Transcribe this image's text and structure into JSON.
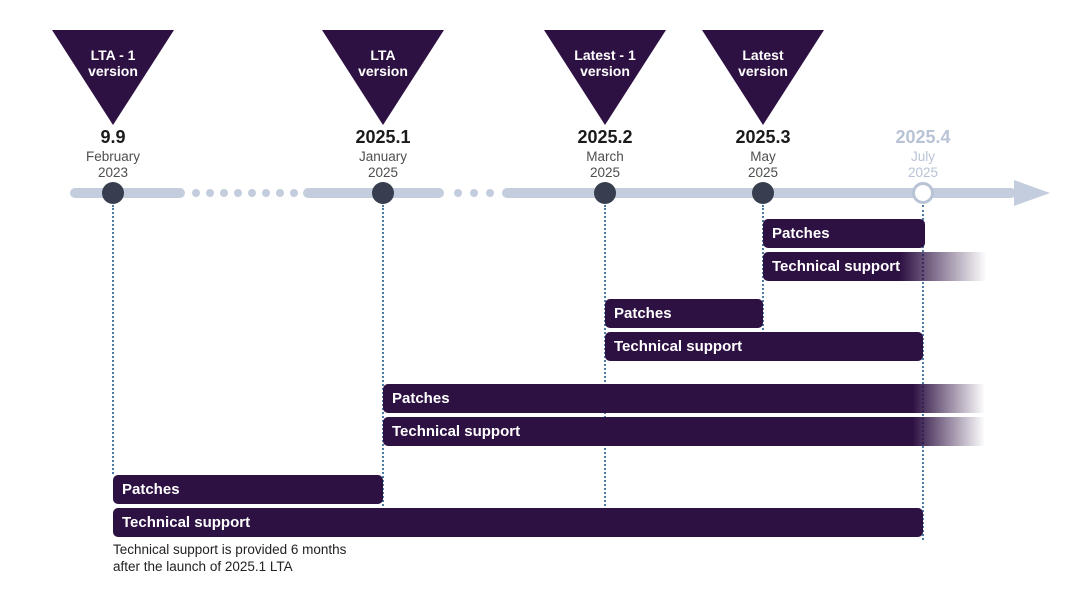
{
  "markers": [
    {
      "triangle_line1": "LTA - 1",
      "triangle_line2": "version",
      "version": "9.9",
      "month": "February",
      "year": "2023"
    },
    {
      "triangle_line1": "LTA",
      "triangle_line2": "version",
      "version": "2025.1",
      "month": "January",
      "year": "2025"
    },
    {
      "triangle_line1": "Latest - 1",
      "triangle_line2": "version",
      "version": "2025.2",
      "month": "March",
      "year": "2025"
    },
    {
      "triangle_line1": "Latest",
      "triangle_line2": "version",
      "version": "2025.3",
      "month": "May",
      "year": "2025"
    },
    {
      "version": "2025.4",
      "month": "July",
      "year": "2025"
    }
  ],
  "bars": [
    {
      "group": "latest-version",
      "label": "Patches"
    },
    {
      "group": "latest-version",
      "label": "Technical support"
    },
    {
      "group": "latest-1-version",
      "label": "Patches"
    },
    {
      "group": "latest-1-version",
      "label": "Technical support"
    },
    {
      "group": "lta-version",
      "label": "Patches"
    },
    {
      "group": "lta-version",
      "label": "Technical support"
    },
    {
      "group": "lta-1-version",
      "label": "Patches"
    },
    {
      "group": "lta-1-version",
      "label": "Technical support"
    }
  ],
  "footnote": {
    "line1": "Technical support is provided 6 months",
    "line2": "after the launch of 2025.1 LTA"
  },
  "colors": {
    "primary_purple": "#2e1143",
    "timeline": "#c4cddd",
    "node_dark": "#363e50",
    "guide_dotted": "#4a7ba6",
    "future_text": "#b9c3d6"
  }
}
